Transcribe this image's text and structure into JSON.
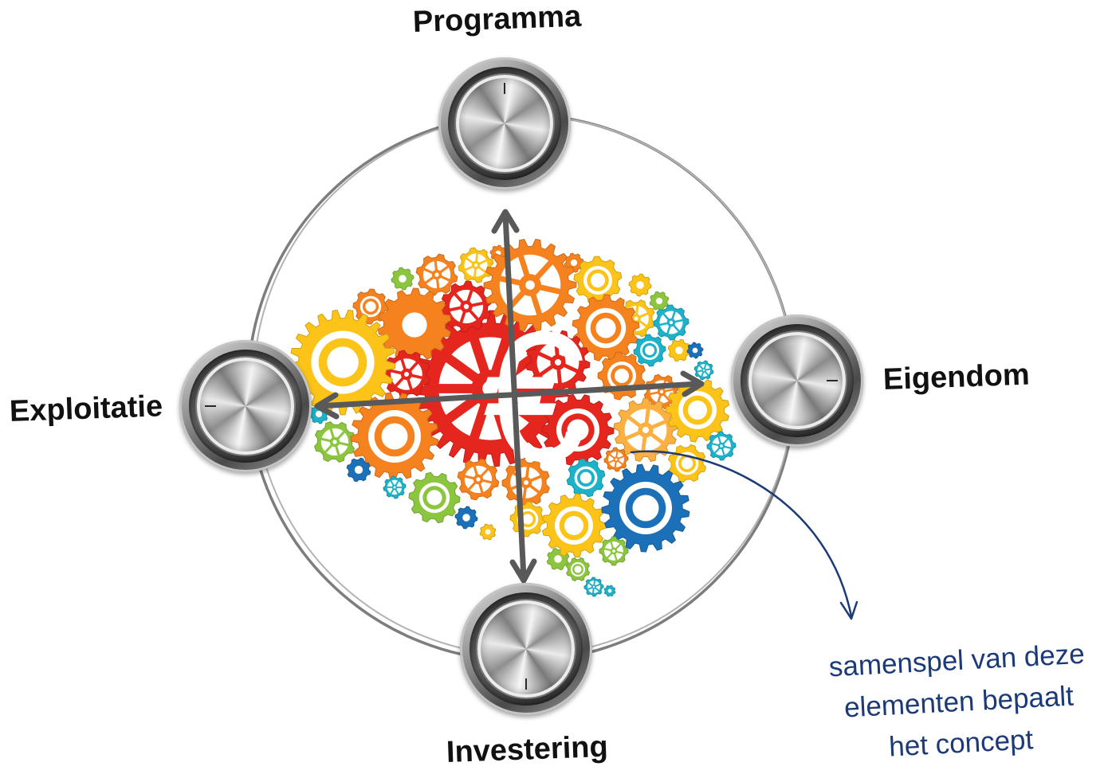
{
  "labels": {
    "top": "Programma",
    "right": "Eigendom",
    "bottom": "Investering",
    "left": "Exploitatie"
  },
  "center": {
    "symbol": "€"
  },
  "annotation": {
    "lines": [
      "samenspel van deze",
      "elementen bepaalt",
      "het concept"
    ]
  },
  "colors": {
    "ring_outer": "#7d7d7d",
    "ring_inner": "#b3b3b3",
    "arrows": "#595959",
    "euro": "#ffffff",
    "annotation": "#1c3a78",
    "gear_red": "#e4261f",
    "gear_orange": "#f5821f",
    "gear_light_orange": "#fbb040",
    "gear_yellow": "#fcc418",
    "gear_green": "#8cc63f",
    "gear_cyan": "#1eb2c8",
    "gear_blue": "#1b70b8"
  }
}
